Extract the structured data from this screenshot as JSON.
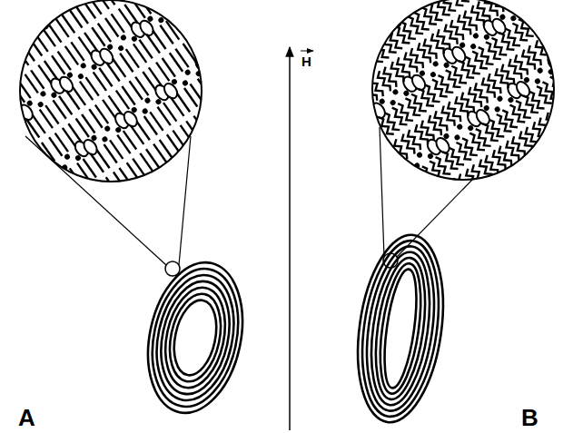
{
  "diagram": {
    "labels": [
      "A",
      "B",
      "H"
    ]
  }
}
